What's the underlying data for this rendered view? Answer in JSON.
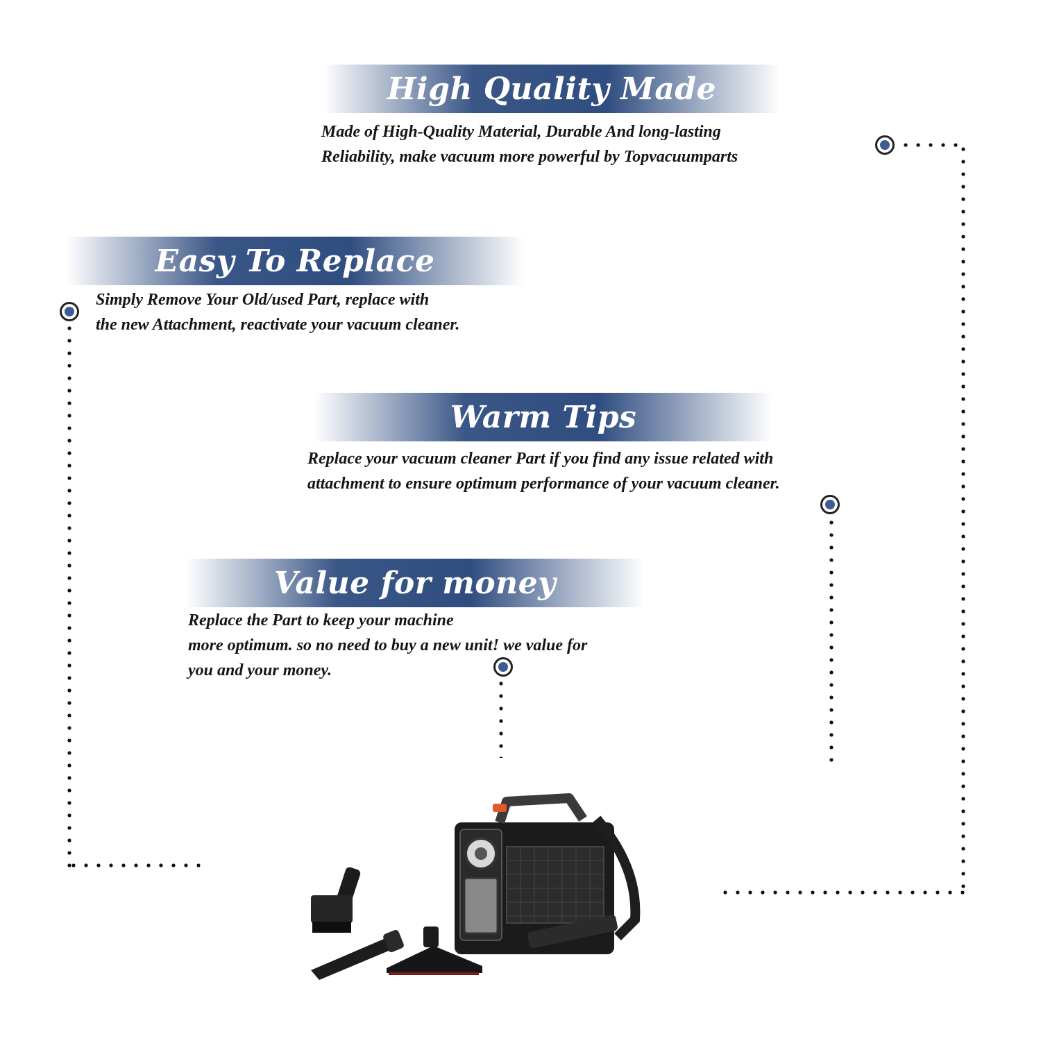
{
  "sections": [
    {
      "title": "High Quality Made",
      "lines": [
        "Made of  High-Quality Material, Durable And long-lasting",
        "Reliability, make vacuum more powerful by Topvacuumparts"
      ]
    },
    {
      "title": "Easy To Replace",
      "lines": [
        "Simply Remove Your Old/used Part, replace with",
        "the new Attachment, reactivate your vacuum cleaner."
      ]
    },
    {
      "title": "Warm Tips",
      "lines": [
        "Replace your vacuum cleaner Part if you find any issue related with",
        " attachment to ensure optimum performance of your vacuum cleaner."
      ]
    },
    {
      "title": "Value for money",
      "lines": [
        "Replace the Part to keep your machine",
        "more optimum. so no need to buy a new unit! we value for",
        "you and your money."
      ]
    }
  ],
  "colors": {
    "banner": "#2f4d80",
    "bullet": "#3b5c94",
    "dots": "#111111"
  },
  "image": {
    "description_icons": [
      "vacuum-cleaner-icon",
      "dusting-brush-icon",
      "crevice-tool-icon",
      "upholstery-tool-icon"
    ]
  }
}
